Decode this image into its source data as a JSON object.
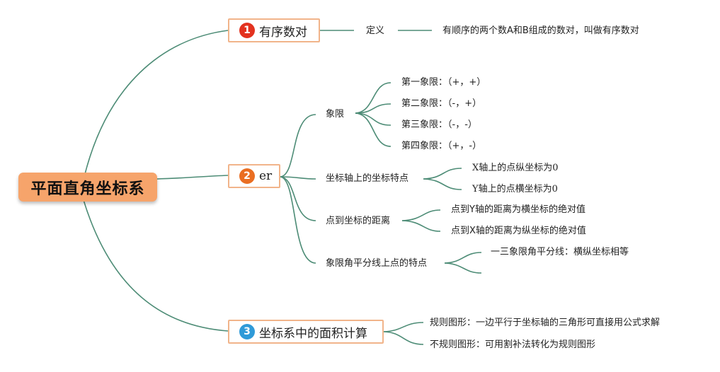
{
  "colors": {
    "root_fill": "#f6a46b",
    "branch_border": "#f1b48a",
    "line": "#4d8c76",
    "badge_1": "#e3321f",
    "badge_2": "#ea6e22",
    "badge_3": "#2f9ad8"
  },
  "root": {
    "label": "平面直角坐标系"
  },
  "branches": [
    {
      "number": "1",
      "label": "有序数对",
      "children": [
        {
          "label": "定义",
          "children": [
            "有顺序的两个数A和B组成的数对，叫做有序数对"
          ]
        }
      ]
    },
    {
      "number": "2",
      "label": "er",
      "children": [
        {
          "label": "象限",
          "children": [
            "第一象限：（+，+）",
            "第二象限：（-，+）",
            "第三象限：（-，-）",
            "第四象限：（+，-）"
          ]
        },
        {
          "label": "坐标轴上的坐标特点",
          "children": [
            "X轴上的点纵坐标为0",
            "Y轴上的点横坐标为0"
          ]
        },
        {
          "label": "点到坐标的距离",
          "children": [
            "点到Y轴的距离为横坐标的绝对值",
            "点到X轴的距离为纵坐标的绝对值"
          ]
        },
        {
          "label": "象限角平分线上点的特点",
          "children": [
            "一三象限角平分线：横纵坐标相等",
            ""
          ]
        }
      ]
    },
    {
      "number": "3",
      "label": "坐标系中的面积计算",
      "children": [
        {
          "label": "规则图形：一边平行于坐标轴的三角形可直接用公式求解"
        },
        {
          "label": "不规则图形：可用割补法转化为规则图形"
        }
      ]
    }
  ]
}
